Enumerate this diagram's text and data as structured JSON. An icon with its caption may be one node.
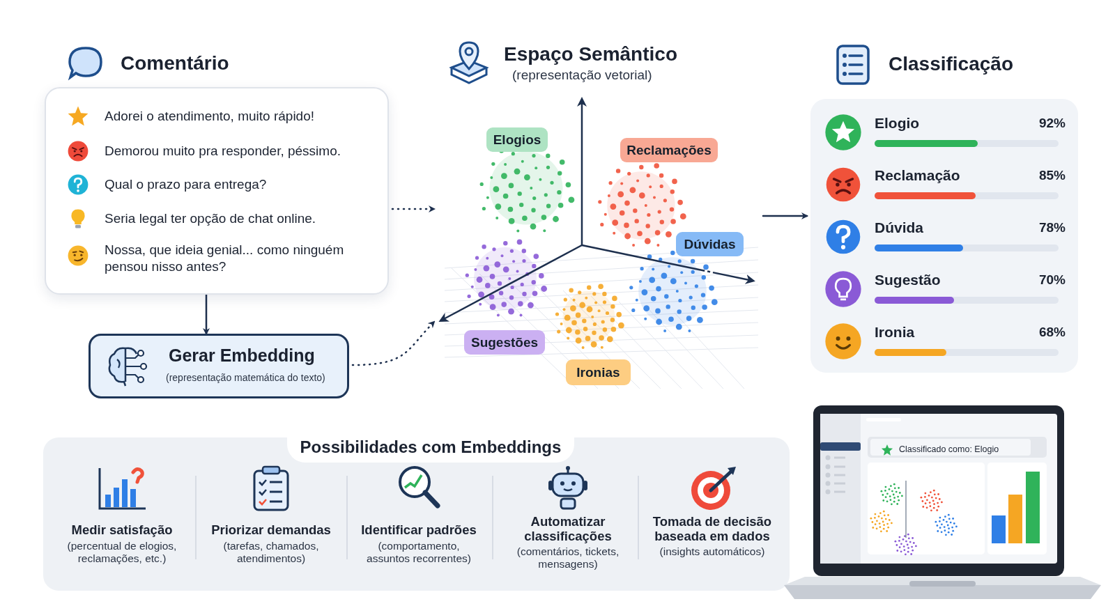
{
  "diagram": {
    "nodes": [
      {
        "text": [
          "Comentário",
          "Adorei o atendimento, muito rápido!",
          "Demorou muito pra responder, péssimo.",
          "Qual o prazo para entrega?",
          "Seria legal ter opção de chat online.",
          "Nossa, que ideia genial... como ninguém pensou nisso antes?"
        ]
      },
      {
        "text": [
          "Gerar Embedding",
          "(representação matemática do texto)"
        ]
      },
      {
        "text": [
          "Espaço Semântico",
          "(representação vetorial)"
        ]
      },
      {
        "text": [
          "Elogios"
        ],
        "in": 2
      },
      {
        "text": [
          "Reclamações"
        ],
        "in": 2
      },
      {
        "text": [
          "Dúvidas"
        ],
        "in": 2
      },
      {
        "text": [
          "Sugestões"
        ],
        "in": 2
      },
      {
        "text": [
          "Ironias"
        ],
        "in": 2
      },
      {
        "text": [
          "Classificação"
        ]
      },
      {
        "text": [
          "Elogio",
          "92%"
        ],
        "in": 8
      },
      {
        "text": [
          "Reclamação",
          "85%"
        ],
        "in": 8
      },
      {
        "text": [
          "Dúvida",
          "78%"
        ],
        "in": 8
      },
      {
        "text": [
          "Sugestão",
          "70%"
        ],
        "in": 8
      },
      {
        "text": [
          "Ironia",
          "68%"
        ],
        "in": 8
      },
      {
        "text": [
          "Possibilidades com Embeddings"
        ]
      }
    ],
    "edges": [
      {
        "from": 0,
        "to": 1,
        "arrow": "to"
      },
      {
        "from": 0,
        "to": 2,
        "arrow": "to",
        "style": "dashed"
      },
      {
        "from": 1,
        "to": 2,
        "arrow": "to",
        "style": "dashed"
      },
      {
        "from": 2,
        "to": 8,
        "arrow": "to"
      }
    ],
    "labels": [
      "Medir satisfação",
      "(percentual de elogios, reclamações, etc.)",
      "Priorizar demandas",
      "(tarefas, chamados, atendimentos)",
      "Identificar padrões",
      "(comportamento, assuntos recorrentes)",
      "Automatizar classificações",
      "(comentários, tickets, mensagens)",
      "Tomada de decisão baseada em dados",
      "(insights automáticos)",
      "Classificado como: Elogio"
    ]
  }
}
